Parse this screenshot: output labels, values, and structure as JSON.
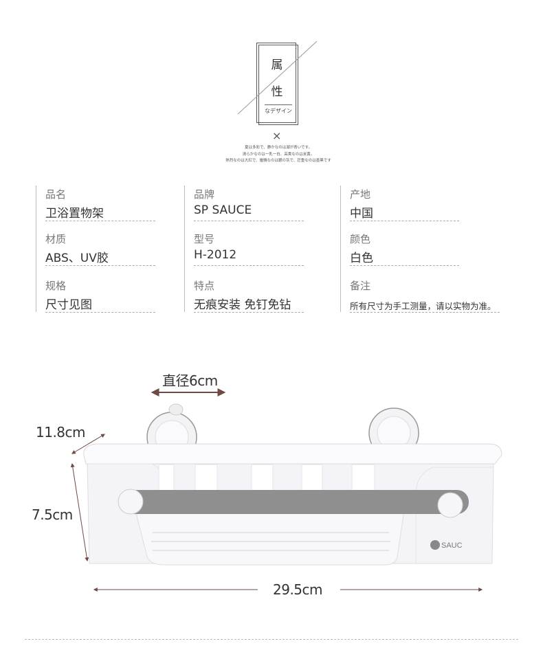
{
  "header": {
    "badge_chars": [
      "属",
      "性"
    ],
    "badge_subtitle": "なデザイン",
    "cross_symbol": "×",
    "poem_lines": [
      "夏は多彩で、静かなのは湖が青いです。",
      "清らかなのは一乳一白、高貴なのは米黄。",
      "熱烈なのは大紅で、優雅なのは銀の灰で、荘重なのは墨黒です"
    ]
  },
  "specs": [
    [
      {
        "label": "品名",
        "value": "卫浴置物架"
      },
      {
        "label": "材质",
        "value": "ABS、UV胶"
      },
      {
        "label": "规格",
        "value": "尺寸见图"
      }
    ],
    [
      {
        "label": "品牌",
        "value": "SP SAUCE"
      },
      {
        "label": "型号",
        "value": "H-2012"
      },
      {
        "label": "特点",
        "value": "无痕安装  免钉免钻"
      }
    ],
    [
      {
        "label": "产地",
        "value": "中国"
      },
      {
        "label": "颜色",
        "value": "白色"
      },
      {
        "label": "备注",
        "value": "所有尺寸为手工测量，请以实物为准。"
      }
    ]
  ],
  "dimensions": {
    "diameter": "直径6cm",
    "depth": "11.8cm",
    "height": "7.5cm",
    "width": "29.5cm"
  },
  "product": {
    "logo_text": "SAUC"
  },
  "colors": {
    "arrow": "#6e4a44",
    "bar": "#8f8f8f"
  }
}
